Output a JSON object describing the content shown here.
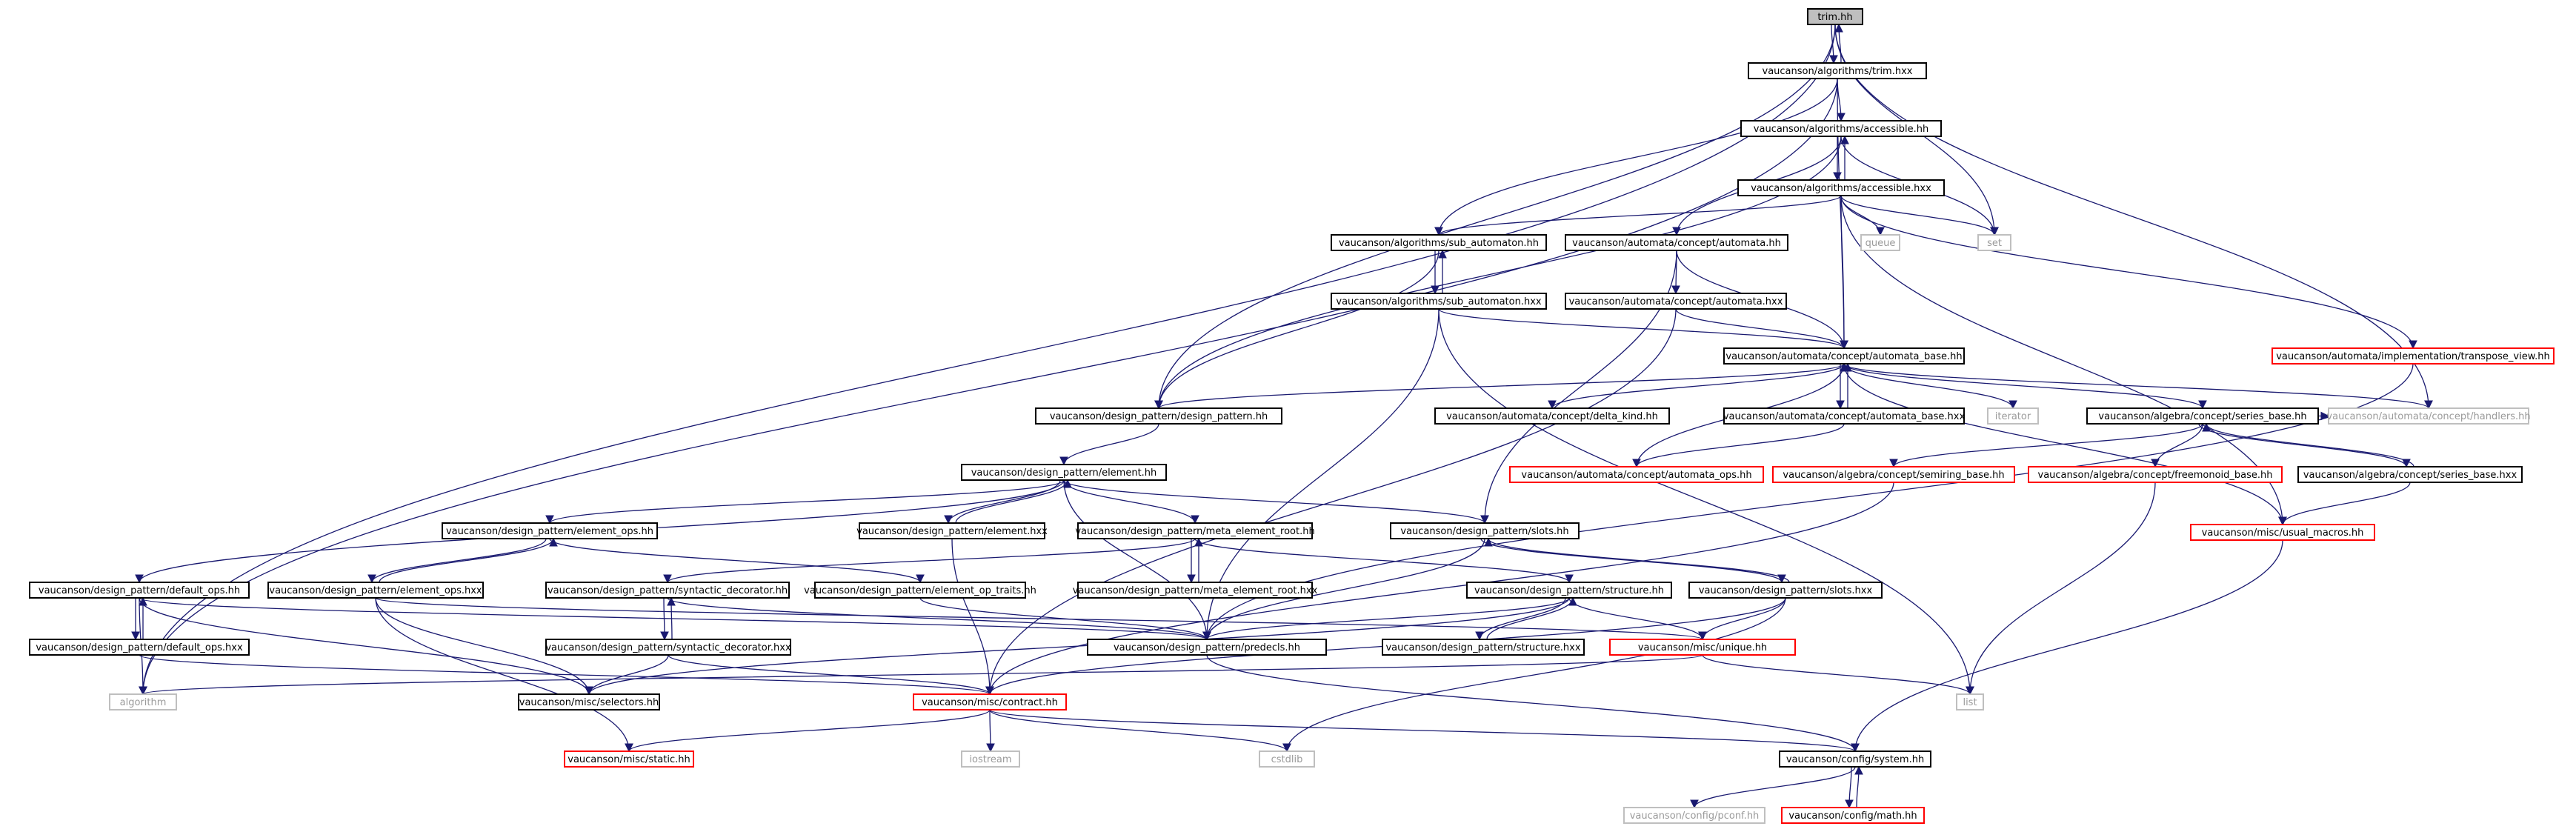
{
  "colors": {
    "edge": "#191970",
    "border_default": "#000000",
    "border_truncated": "#ff0000",
    "border_external": "#bfbfbf",
    "fill_current": "#bfbfbf",
    "fill_default": "#ffffff",
    "text_default": "#000000",
    "text_external": "#9a9a9a"
  },
  "nodes": [
    {
      "id": "n0",
      "label": "trim.hh",
      "kind": "current"
    },
    {
      "id": "n1",
      "label": "vaucanson/algorithms/trim.hxx",
      "kind": "normal"
    },
    {
      "id": "n2",
      "label": "vaucanson/algorithms/accessible.hh",
      "kind": "normal"
    },
    {
      "id": "n3",
      "label": "vaucanson/algorithms/accessible.hxx",
      "kind": "normal"
    },
    {
      "id": "n4",
      "label": "queue",
      "kind": "external"
    },
    {
      "id": "n5",
      "label": "set",
      "kind": "external"
    },
    {
      "id": "n6",
      "label": "vaucanson/algorithms/sub_automaton.hh",
      "kind": "normal"
    },
    {
      "id": "n7",
      "label": "vaucanson/automata/concept/automata.hh",
      "kind": "normal"
    },
    {
      "id": "n8",
      "label": "vaucanson/algorithms/sub_automaton.hxx",
      "kind": "normal"
    },
    {
      "id": "n9",
      "label": "vaucanson/automata/concept/automata.hxx",
      "kind": "normal"
    },
    {
      "id": "n10",
      "label": "vaucanson/automata/implementation/transpose_view.hh",
      "kind": "truncated"
    },
    {
      "id": "n11",
      "label": "vaucanson/automata/concept/automata_base.hh",
      "kind": "normal"
    },
    {
      "id": "n12",
      "label": "vaucanson/design_pattern/design_pattern.hh",
      "kind": "normal"
    },
    {
      "id": "n13",
      "label": "vaucanson/automata/concept/delta_kind.hh",
      "kind": "normal"
    },
    {
      "id": "n14",
      "label": "vaucanson/automata/concept/automata_base.hxx",
      "kind": "normal"
    },
    {
      "id": "n15",
      "label": "iterator",
      "kind": "external"
    },
    {
      "id": "n16",
      "label": "vaucanson/algebra/concept/series_base.hh",
      "kind": "normal"
    },
    {
      "id": "n17",
      "label": "vaucanson/automata/concept/handlers.hh",
      "kind": "external"
    },
    {
      "id": "n18",
      "label": "vaucanson/design_pattern/element.hh",
      "kind": "normal"
    },
    {
      "id": "n19",
      "label": "vaucanson/automata/concept/automata_ops.hh",
      "kind": "truncated"
    },
    {
      "id": "n20",
      "label": "vaucanson/algebra/concept/semiring_base.hh",
      "kind": "truncated"
    },
    {
      "id": "n21",
      "label": "vaucanson/algebra/concept/freemonoid_base.hh",
      "kind": "truncated"
    },
    {
      "id": "n22",
      "label": "vaucanson/algebra/concept/series_base.hxx",
      "kind": "normal"
    },
    {
      "id": "n23",
      "label": "vaucanson/design_pattern/element_ops.hh",
      "kind": "normal"
    },
    {
      "id": "n24",
      "label": "vaucanson/design_pattern/element.hxx",
      "kind": "normal"
    },
    {
      "id": "n25",
      "label": "vaucanson/design_pattern/meta_element_root.hh",
      "kind": "normal"
    },
    {
      "id": "n26",
      "label": "vaucanson/design_pattern/slots.hh",
      "kind": "normal"
    },
    {
      "id": "n27",
      "label": "vaucanson/misc/usual_macros.hh",
      "kind": "truncated"
    },
    {
      "id": "n28",
      "label": "vaucanson/design_pattern/default_ops.hh",
      "kind": "normal"
    },
    {
      "id": "n29",
      "label": "vaucanson/design_pattern/element_ops.hxx",
      "kind": "normal"
    },
    {
      "id": "n30",
      "label": "vaucanson/design_pattern/syntactic_decorator.hh",
      "kind": "normal"
    },
    {
      "id": "n31",
      "label": "vaucanson/design_pattern/element_op_traits.hh",
      "kind": "normal"
    },
    {
      "id": "n32",
      "label": "vaucanson/design_pattern/meta_element_root.hxx",
      "kind": "normal"
    },
    {
      "id": "n33",
      "label": "vaucanson/design_pattern/structure.hh",
      "kind": "normal"
    },
    {
      "id": "n34",
      "label": "vaucanson/design_pattern/slots.hxx",
      "kind": "normal"
    },
    {
      "id": "n35",
      "label": "vaucanson/design_pattern/default_ops.hxx",
      "kind": "normal"
    },
    {
      "id": "n36",
      "label": "vaucanson/design_pattern/syntactic_decorator.hxx",
      "kind": "normal"
    },
    {
      "id": "n37",
      "label": "vaucanson/design_pattern/predecls.hh",
      "kind": "normal"
    },
    {
      "id": "n38",
      "label": "vaucanson/design_pattern/structure.hxx",
      "kind": "normal"
    },
    {
      "id": "n39",
      "label": "vaucanson/misc/unique.hh",
      "kind": "truncated"
    },
    {
      "id": "n40",
      "label": "algorithm",
      "kind": "external"
    },
    {
      "id": "n41",
      "label": "vaucanson/misc/selectors.hh",
      "kind": "normal"
    },
    {
      "id": "n42",
      "label": "vaucanson/misc/contract.hh",
      "kind": "truncated"
    },
    {
      "id": "n43",
      "label": "list",
      "kind": "external"
    },
    {
      "id": "n44",
      "label": "vaucanson/misc/static.hh",
      "kind": "truncated"
    },
    {
      "id": "n45",
      "label": "iostream",
      "kind": "external"
    },
    {
      "id": "n46",
      "label": "cstdlib",
      "kind": "external"
    },
    {
      "id": "n47",
      "label": "vaucanson/config/system.hh",
      "kind": "normal"
    },
    {
      "id": "n48",
      "label": "vaucanson/config/pconf.hh",
      "kind": "external"
    },
    {
      "id": "n49",
      "label": "vaucanson/config/math.hh",
      "kind": "truncated"
    }
  ],
  "edges": [
    [
      "n0",
      "n1"
    ],
    [
      "n1",
      "n0"
    ],
    [
      "n0",
      "n5"
    ],
    [
      "n0",
      "n12"
    ],
    [
      "n0",
      "n17"
    ],
    [
      "n0",
      "n40"
    ],
    [
      "n1",
      "n2"
    ],
    [
      "n1",
      "n6"
    ],
    [
      "n1",
      "n11"
    ],
    [
      "n1",
      "n40"
    ],
    [
      "n2",
      "n3"
    ],
    [
      "n3",
      "n2"
    ],
    [
      "n2",
      "n5"
    ],
    [
      "n2",
      "n7"
    ],
    [
      "n2",
      "n12"
    ],
    [
      "n3",
      "n4"
    ],
    [
      "n3",
      "n5"
    ],
    [
      "n3",
      "n6"
    ],
    [
      "n3",
      "n11"
    ],
    [
      "n3",
      "n10"
    ],
    [
      "n3",
      "n27"
    ],
    [
      "n6",
      "n8"
    ],
    [
      "n8",
      "n6"
    ],
    [
      "n6",
      "n12"
    ],
    [
      "n7",
      "n9"
    ],
    [
      "n7",
      "n11"
    ],
    [
      "n7",
      "n26"
    ],
    [
      "n8",
      "n11"
    ],
    [
      "n8",
      "n43"
    ],
    [
      "n8",
      "n37"
    ],
    [
      "n9",
      "n11"
    ],
    [
      "n9",
      "n42"
    ],
    [
      "n10",
      "n37"
    ],
    [
      "n11",
      "n12"
    ],
    [
      "n11",
      "n13"
    ],
    [
      "n11",
      "n14"
    ],
    [
      "n14",
      "n11"
    ],
    [
      "n11",
      "n15"
    ],
    [
      "n11",
      "n16"
    ],
    [
      "n11",
      "n17"
    ],
    [
      "n11",
      "n27"
    ],
    [
      "n14",
      "n19"
    ],
    [
      "n19",
      "n11"
    ],
    [
      "n12",
      "n18"
    ],
    [
      "n16",
      "n20"
    ],
    [
      "n16",
      "n21"
    ],
    [
      "n16",
      "n22"
    ],
    [
      "n22",
      "n16"
    ],
    [
      "n16",
      "n17"
    ],
    [
      "n20",
      "n42"
    ],
    [
      "n21",
      "n43"
    ],
    [
      "n22",
      "n27"
    ],
    [
      "n27",
      "n47"
    ],
    [
      "n18",
      "n23"
    ],
    [
      "n18",
      "n24"
    ],
    [
      "n24",
      "n18"
    ],
    [
      "n18",
      "n25"
    ],
    [
      "n18",
      "n26"
    ],
    [
      "n18",
      "n28"
    ],
    [
      "n18",
      "n37"
    ],
    [
      "n23",
      "n29"
    ],
    [
      "n29",
      "n23"
    ],
    [
      "n23",
      "n31"
    ],
    [
      "n24",
      "n42"
    ],
    [
      "n25",
      "n32"
    ],
    [
      "n32",
      "n25"
    ],
    [
      "n25",
      "n30"
    ],
    [
      "n25",
      "n33"
    ],
    [
      "n26",
      "n34"
    ],
    [
      "n34",
      "n26"
    ],
    [
      "n26",
      "n37"
    ],
    [
      "n28",
      "n35"
    ],
    [
      "n35",
      "n28"
    ],
    [
      "n28",
      "n40"
    ],
    [
      "n28",
      "n41"
    ],
    [
      "n28",
      "n37"
    ],
    [
      "n29",
      "n41"
    ],
    [
      "n29",
      "n44"
    ],
    [
      "n29",
      "n39"
    ],
    [
      "n30",
      "n36"
    ],
    [
      "n36",
      "n30"
    ],
    [
      "n30",
      "n37"
    ],
    [
      "n31",
      "n37"
    ],
    [
      "n33",
      "n38"
    ],
    [
      "n38",
      "n33"
    ],
    [
      "n33",
      "n37"
    ],
    [
      "n33",
      "n39"
    ],
    [
      "n33",
      "n41"
    ],
    [
      "n34",
      "n39"
    ],
    [
      "n34",
      "n42"
    ],
    [
      "n34",
      "n46"
    ],
    [
      "n35",
      "n42"
    ],
    [
      "n36",
      "n41"
    ],
    [
      "n36",
      "n42"
    ],
    [
      "n37",
      "n47"
    ],
    [
      "n39",
      "n43"
    ],
    [
      "n39",
      "n40"
    ],
    [
      "n42",
      "n44"
    ],
    [
      "n42",
      "n45"
    ],
    [
      "n42",
      "n46"
    ],
    [
      "n42",
      "n47"
    ],
    [
      "n47",
      "n48"
    ],
    [
      "n47",
      "n49"
    ],
    [
      "n49",
      "n47"
    ]
  ]
}
